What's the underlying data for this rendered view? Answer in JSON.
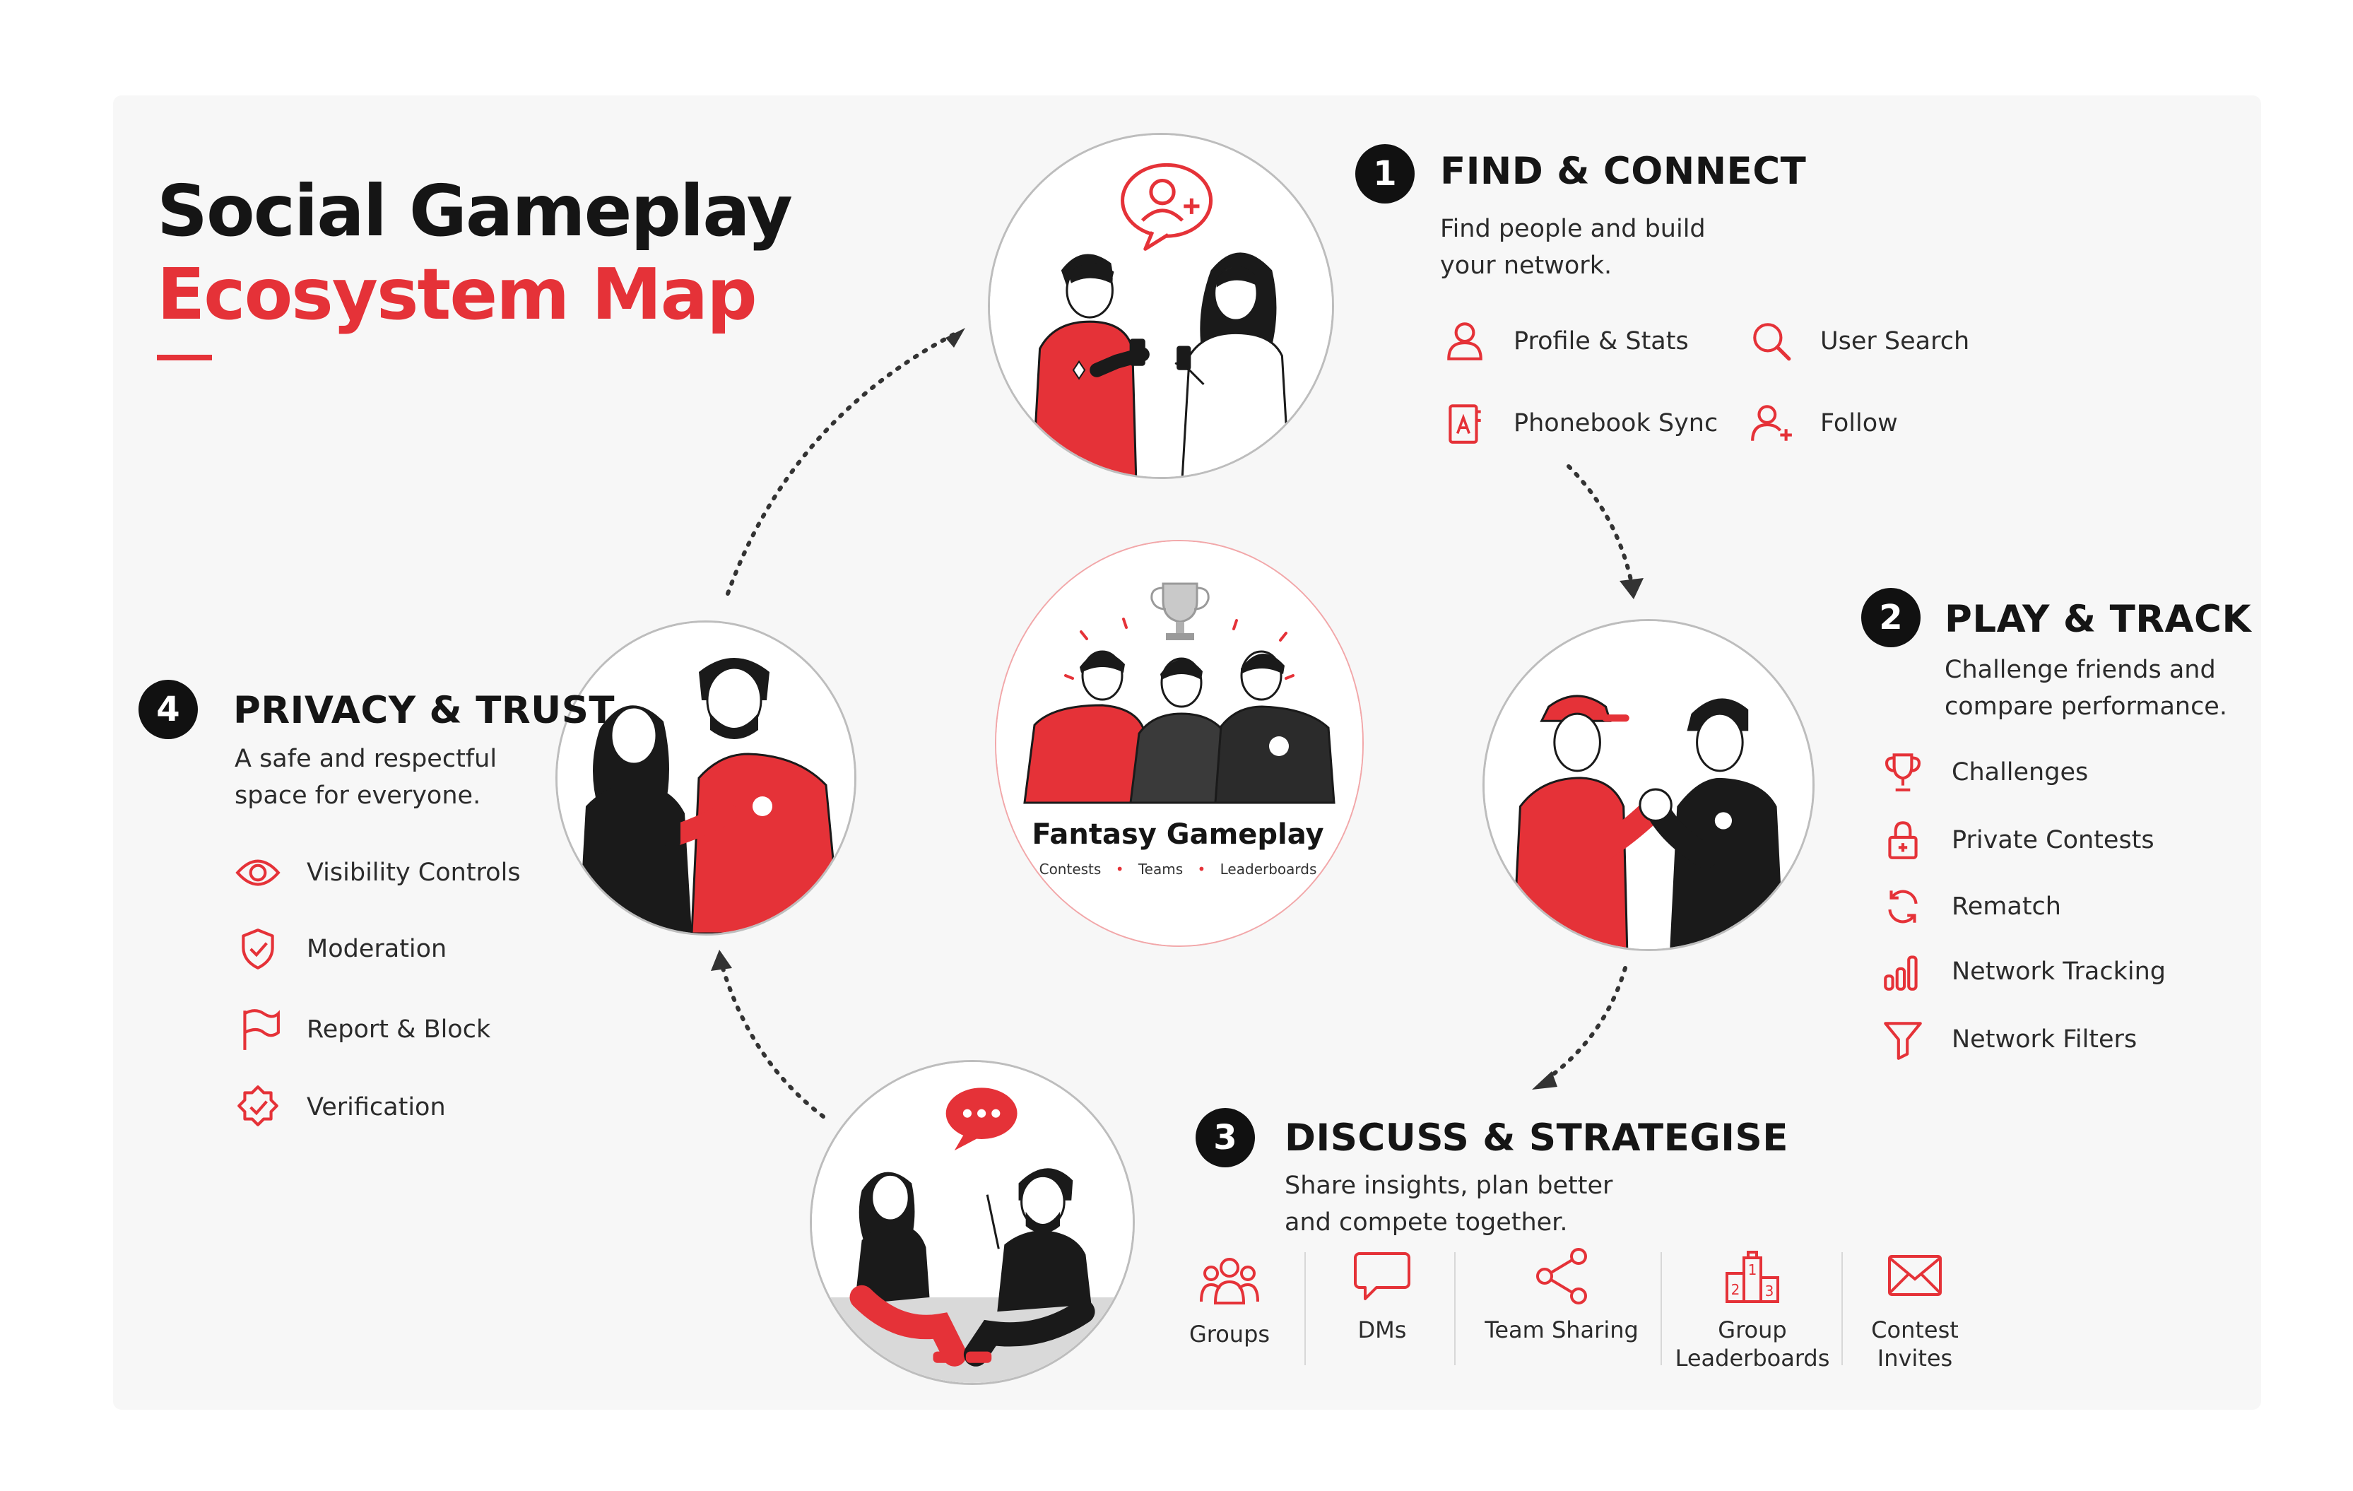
{
  "title": {
    "line1": "Social Gameplay",
    "line2": "Ecosystem Map"
  },
  "colors": {
    "accent": "#e53238",
    "dark": "#151515",
    "panel": "#f7f7f7"
  },
  "center": {
    "title": "Fantasy Gameplay",
    "subtitle_items": [
      "Contests",
      "Teams",
      "Leaderboards"
    ]
  },
  "sections": [
    {
      "number": "1",
      "title": "FIND & CONNECT",
      "desc_line1": "Find people and build",
      "desc_line2": "your network.",
      "features": [
        {
          "label": "Profile & Stats",
          "icon": "user-icon"
        },
        {
          "label": "User Search",
          "icon": "search-icon"
        },
        {
          "label": "Phonebook Sync",
          "icon": "phonebook-icon"
        },
        {
          "label": "Follow",
          "icon": "user-plus-icon"
        }
      ]
    },
    {
      "number": "2",
      "title": "PLAY & TRACK",
      "desc_line1": "Challenge friends and",
      "desc_line2": "compare performance.",
      "features": [
        {
          "label": "Challenges",
          "icon": "trophy-icon"
        },
        {
          "label": "Private Contests",
          "icon": "lock-icon"
        },
        {
          "label": "Rematch",
          "icon": "refresh-icon"
        },
        {
          "label": "Network Tracking",
          "icon": "bar-chart-icon"
        },
        {
          "label": "Network Filters",
          "icon": "filter-icon"
        }
      ]
    },
    {
      "number": "3",
      "title": "DISCUSS & STRATEGISE",
      "desc_line1": "Share insights, plan better",
      "desc_line2": "and compete together.",
      "features": [
        {
          "label_line1": "Groups",
          "label_line2": "",
          "icon": "group-icon"
        },
        {
          "label_line1": "DMs",
          "label_line2": "",
          "icon": "chat-icon"
        },
        {
          "label_line1": "Team Sharing",
          "label_line2": "",
          "icon": "share-icon"
        },
        {
          "label_line1": "Group",
          "label_line2": "Leaderboards",
          "icon": "podium-icon"
        },
        {
          "label_line1": "Contest",
          "label_line2": "Invites",
          "icon": "envelope-icon"
        }
      ]
    },
    {
      "number": "4",
      "title": "PRIVACY & TRUST",
      "desc_line1": "A safe and respectful",
      "desc_line2": "space for everyone.",
      "features": [
        {
          "label": "Visibility Controls",
          "icon": "eye-icon"
        },
        {
          "label": "Moderation",
          "icon": "shield-check-icon"
        },
        {
          "label": "Report & Block",
          "icon": "flag-icon"
        },
        {
          "label": "Verification",
          "icon": "verified-badge-icon"
        }
      ]
    }
  ],
  "podium_digits": [
    "2",
    "1",
    "3"
  ]
}
